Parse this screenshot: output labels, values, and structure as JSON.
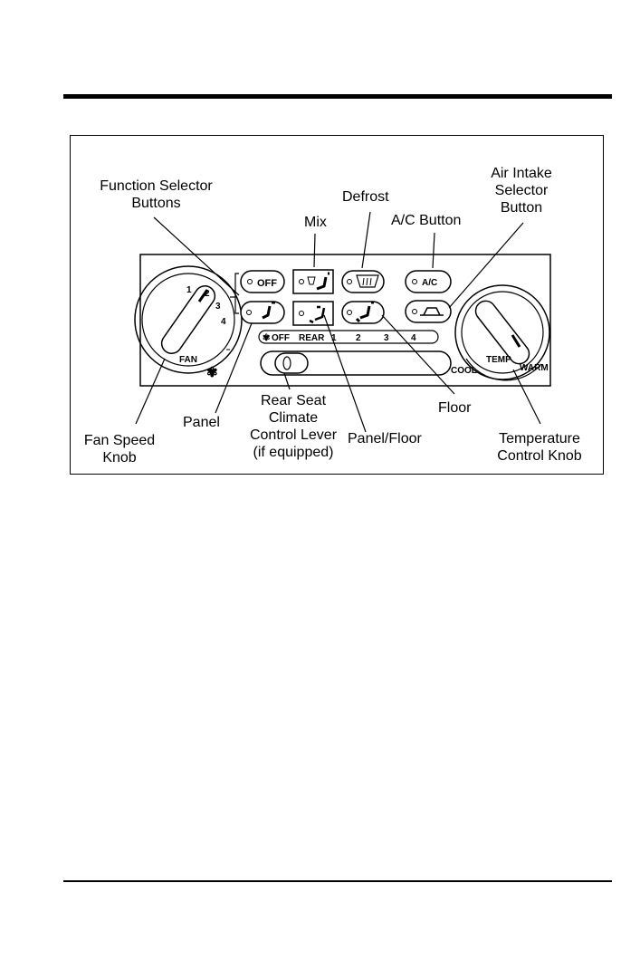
{
  "labels": {
    "function_selector": [
      "Function Selector",
      "Buttons"
    ],
    "mix": "Mix",
    "defrost": "Defrost",
    "ac_button": "A/C Button",
    "air_intake": [
      "Air Intake",
      "Selector",
      "Button"
    ],
    "fan_speed_knob": [
      "Fan Speed",
      "Knob"
    ],
    "panel": "Panel",
    "rear_seat": [
      "Rear Seat",
      "Climate",
      "Control Lever",
      "(if equipped)"
    ],
    "panel_floor": "Panel/Floor",
    "floor": "Floor",
    "temperature_knob": [
      "Temperature",
      "Control Knob"
    ]
  },
  "panel": {
    "off_button": "OFF",
    "ac_button": "A/C",
    "fan_text": "FAN",
    "fan_numbers": [
      "1",
      "2",
      "3",
      "4"
    ],
    "rear_off": "OFF",
    "rear_label": "REAR",
    "rear_numbers": [
      "1",
      "2",
      "3",
      "4"
    ],
    "cool": "COOL",
    "temp": "TEMP",
    "warm": "WARM"
  }
}
